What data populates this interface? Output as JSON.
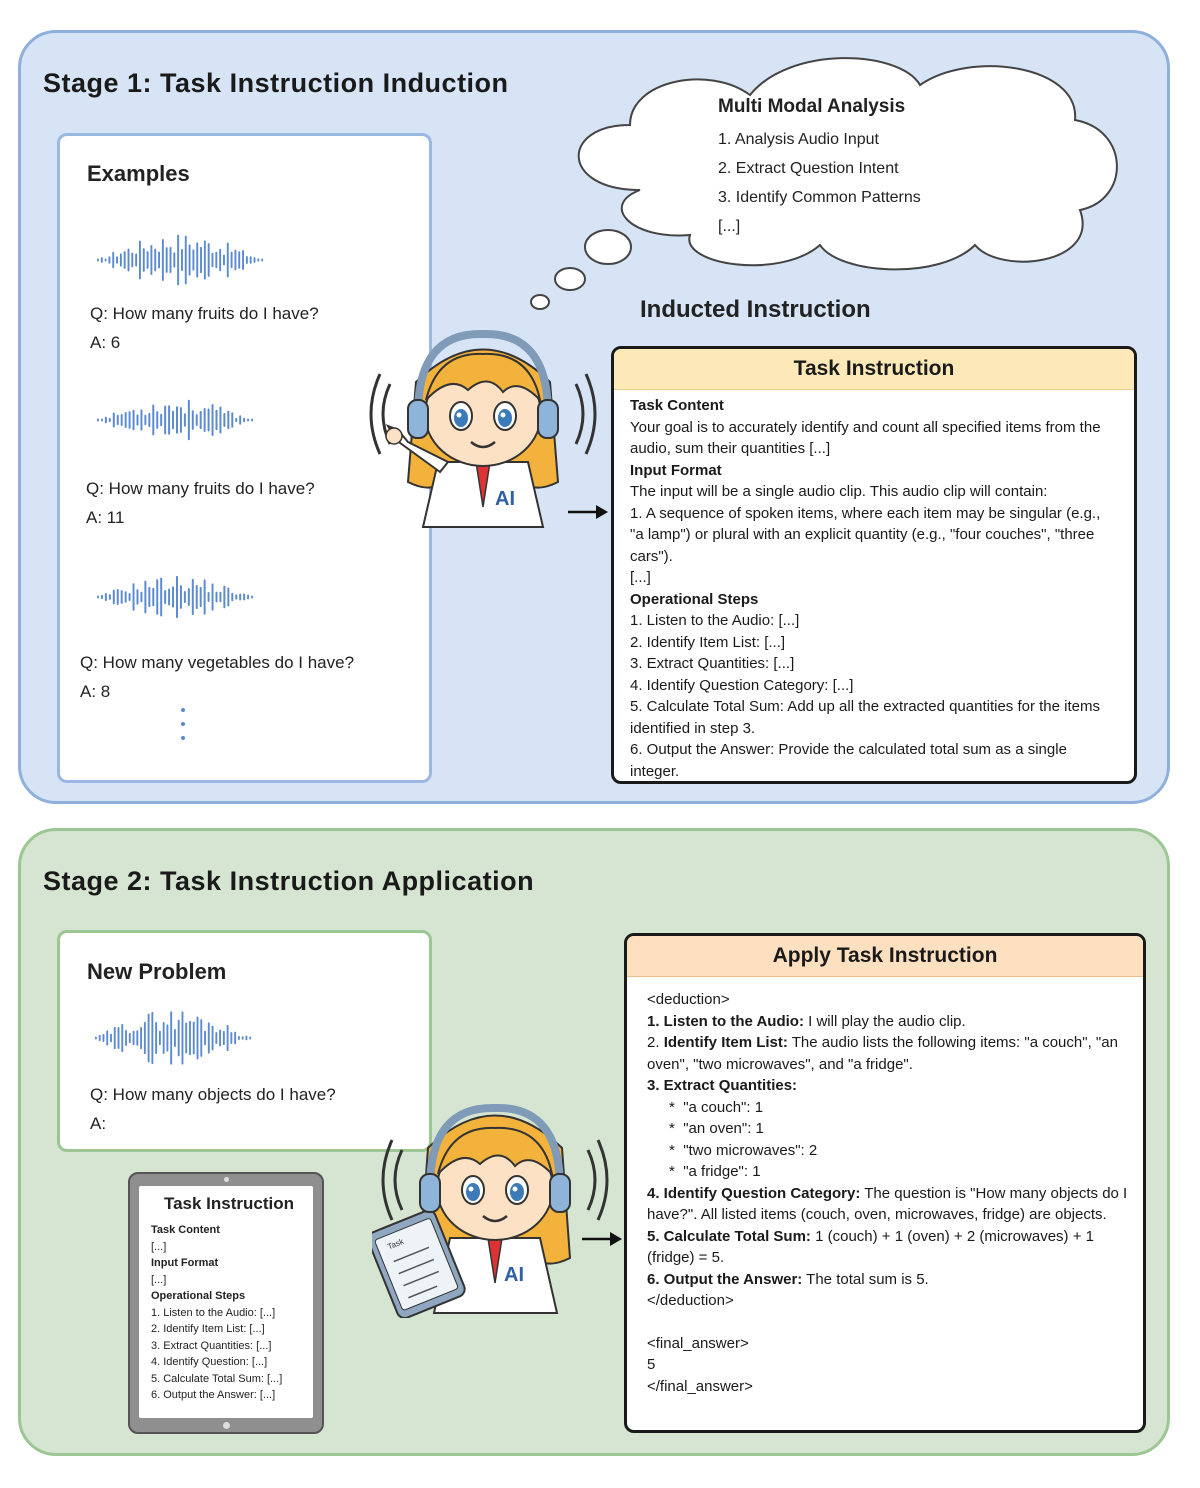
{
  "stage1": {
    "title": "Stage 1: Task Instruction Induction",
    "examples_title": "Examples",
    "examples": [
      {
        "q": "Q: How many fruits do I have?",
        "a": "A: 6"
      },
      {
        "q": "Q: How many fruits do I have?",
        "a": "A: 11"
      },
      {
        "q": "Q: How many vegetables do I have?",
        "a": "A: 8"
      }
    ],
    "thought": {
      "title": "Multi Modal Analysis",
      "items": [
        "1. Analysis Audio Input",
        "2. Extract Question Intent",
        "3. Identify Common Patterns",
        "[...]"
      ]
    },
    "inducted_label": "Inducted Instruction",
    "task_instruction": {
      "header": "Task Instruction",
      "content_label": "Task Content",
      "content_text": "Your goal is to accurately identify and count all specified items from the audio, sum their quantities [...]",
      "input_label": "Input Format",
      "input_text": "The input will be a single audio clip. This audio clip will contain:",
      "input_item": "1. A sequence of spoken items, where each item may be singular (e.g., \"a lamp\") or plural with an explicit quantity (e.g., \"four couches\", \"three cars\").",
      "input_more": "[...]",
      "steps_label": "Operational Steps",
      "steps": [
        "1.  Listen to the Audio: [...]",
        "2.  Identify Item List: [...]",
        "3.  Extract Quantities: [...]",
        "4.  Identify Question Category: [...]",
        "5.  Calculate Total Sum: Add up all the extracted quantities for the items identified in step 3.",
        "6.  Output the Answer: Provide the calculated total sum as a single integer."
      ]
    }
  },
  "stage2": {
    "title": "Stage 2: Task Instruction Application",
    "new_problem_title": "New Problem",
    "question": "Q: How many objects do I have?",
    "answer": "A:",
    "tablet": {
      "title": "Task Instruction",
      "lines": [
        {
          "text": "Task Content",
          "bold": true
        },
        {
          "text": "[...]",
          "bold": false
        },
        {
          "text": "Input Format",
          "bold": true
        },
        {
          "text": "[...]",
          "bold": false
        },
        {
          "text": "Operational Steps",
          "bold": true
        },
        {
          "text": "1. Listen to the Audio: [...]",
          "bold": false
        },
        {
          "text": "2. Identify Item List: [...]",
          "bold": false
        },
        {
          "text": "3. Extract Quantities: [...]",
          "bold": false
        },
        {
          "text": "4. Identify Question: [...]",
          "bold": false
        },
        {
          "text": "5. Calculate Total Sum: [...]",
          "bold": false
        },
        {
          "text": "6. Output the Answer: [...]",
          "bold": false
        }
      ]
    },
    "apply": {
      "header": "Apply Task Instruction",
      "deduction_open": "<deduction>",
      "s1_label": "1. Listen to the Audio:",
      "s1_text": " I will play the audio clip.",
      "s2_num": "2. ",
      "s2_label": "Identify Item List:",
      "s2_text": " The audio lists the following items: \"a couch\", \"an oven\", \"two microwaves\", and \"a fridge\".",
      "s3_label": "3. Extract Quantities:",
      "s3_items": [
        "\"a couch\": 1",
        "\"an oven\": 1",
        "\"two microwaves\": 2",
        "\"a fridge\": 1"
      ],
      "s4_label": "4. Identify Question Category:",
      "s4_text": " The question is \"How many objects do I have?\". All listed items (couch, oven, microwaves, fridge) are objects.",
      "s5_label": "5. Calculate Total Sum:",
      "s5_text": " 1 (couch) + 1 (oven) + 2 (microwaves) + 1 (fridge) = 5.",
      "s6_label": "6. Output the Answer:",
      "s6_text": " The total sum is 5.",
      "deduction_close": "</deduction>",
      "final_open": "<final_answer>",
      "final_value": "5",
      "final_close": "</final_answer>"
    }
  },
  "colors": {
    "stage1_bg": "#d6e4f6",
    "stage2_bg": "#d6e5d2",
    "wave": "#5b8ad0",
    "instruction_header": "#fde9b7",
    "apply_header": "#fde0c0"
  },
  "icons": [
    "audio-waveform-icon",
    "thought-cloud-icon",
    "ai-assistant-mascot-icon",
    "tablet-icon",
    "arrow-right-icon"
  ]
}
